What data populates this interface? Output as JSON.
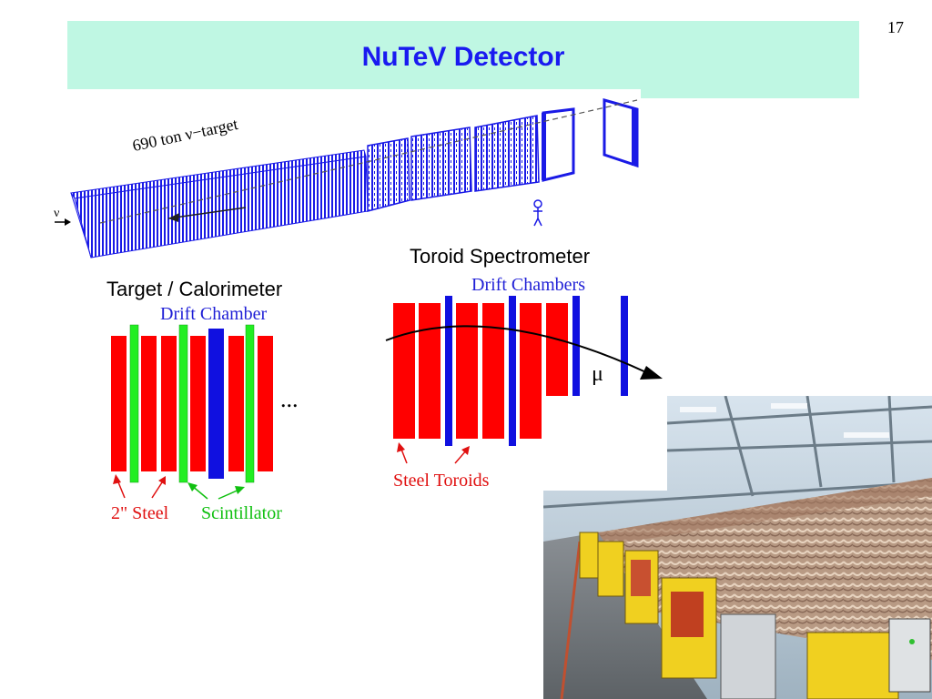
{
  "slide": {
    "page_number": "17",
    "title": "NuTeV Detector"
  },
  "schematic": {
    "target_label": "690 ton ν−target",
    "nu_label": "ν"
  },
  "target_calorimeter": {
    "heading": "Target / Calorimeter",
    "drift_chamber_label": "Drift Chamber",
    "steel_label": "2\" Steel",
    "scintillator_label": "Scintillator",
    "ellipsis": "..."
  },
  "toroid_spectrometer": {
    "heading": "Toroid Spectrometer",
    "drift_chambers_label": "Drift Chambers",
    "muon_label": "μ",
    "steel_toroids_label": "Steel Toroids"
  },
  "colors": {
    "title_band": "#bff7e3",
    "title_text": "#1a1af0",
    "steel": "#ff0000",
    "scintillator": "#22ee22",
    "drift_chamber": "#1010e0"
  }
}
